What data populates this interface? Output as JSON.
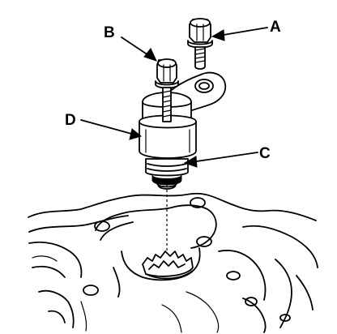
{
  "diagram": {
    "callouts": {
      "a": "A",
      "b": "B",
      "c": "C",
      "d": "D"
    }
  }
}
